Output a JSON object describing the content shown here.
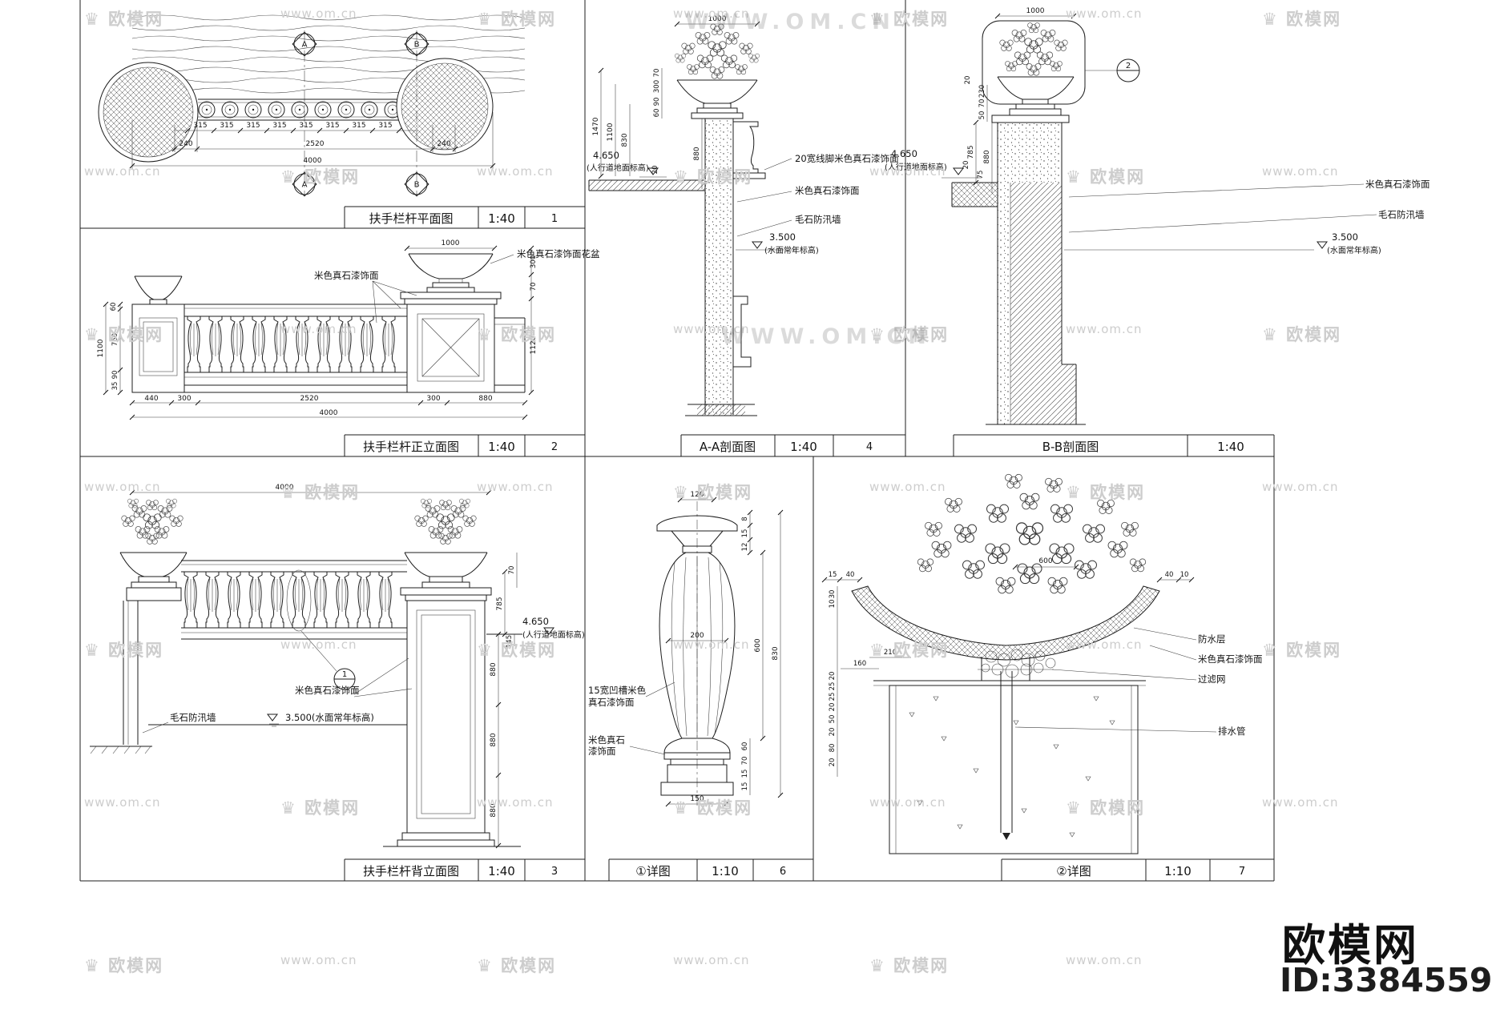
{
  "watermark": {
    "brand": "欧模网",
    "crown": "♛",
    "url": "www.om.cn",
    "big": "WWW.OM.CN"
  },
  "footer": {
    "brand": "欧模网",
    "id": "ID:3384559"
  },
  "panels": {
    "plan": {
      "title": "扶手栏杆平面图",
      "scale": "1:40",
      "num": "1",
      "marker_a": "A",
      "marker_b": "B",
      "d315": "315",
      "d240": "240",
      "d2520": "2520",
      "d4000": "4000"
    },
    "front": {
      "title": "扶手栏杆正立面图",
      "scale": "1:40",
      "num": "2",
      "d1000": "1000",
      "label_pot": "米色真石漆饰面花盆",
      "label_paint": "米色真石漆饰面",
      "d60": "60",
      "d760": "760",
      "d90": "90",
      "d35": "35",
      "d300": "300",
      "d1100": "1100",
      "d70": "70",
      "d1120": "1120",
      "d440": "440",
      "d2520": "2520",
      "d880": "880",
      "d4000": "4000"
    },
    "back": {
      "title": "扶手栏杆背立面图",
      "scale": "1:40",
      "num": "3",
      "d4000": "4000",
      "d70": "70",
      "d785": "785",
      "d145": "145",
      "d880": "880",
      "callout": "1",
      "label_paint": "米色真石漆饰面",
      "label_wall": "毛石防汛墙",
      "level_water": "3.500(水面常年标高)",
      "level_walk": "4.650",
      "level_walk_note": "(人行道地面标高)"
    },
    "aa": {
      "title": "A-A剖面图",
      "scale": "1:40",
      "num": "4",
      "d1000": "1000",
      "d70": "70",
      "d300": "300",
      "d90": "90",
      "d60": "60",
      "d1470": "1470",
      "d1100": "1100",
      "d830": "830",
      "d880": "880",
      "d20": "20",
      "level_walk": "4.650",
      "level_walk_note": "(人行道地面标高)",
      "level_water": "3.500",
      "level_water_note": "(水面常年标高)",
      "label_line": "20宽线脚米色真石漆饰面",
      "label_paint": "米色真石漆饰面",
      "label_wall": "毛石防汛墙"
    },
    "bb": {
      "title": "B-B剖面图",
      "scale": "1:40",
      "d1000": "1000",
      "d20": "20",
      "d230": "230",
      "d70": "70",
      "d50": "50",
      "d785": "785",
      "d75": "75",
      "d880": "880",
      "callout": "2",
      "level_walk": "4.650",
      "level_walk_note": "(人行道地面标高)",
      "level_water": "3.500",
      "level_water_note": "(水面常年标高)",
      "label_paint": "米色真石漆饰面",
      "label_wall": "毛石防汛墙"
    },
    "det1": {
      "title": "①详图",
      "scale": "1:10",
      "num": "6",
      "d120": "120",
      "d8": "8",
      "d15": "15",
      "d12": "12",
      "d200": "200",
      "d600": "600",
      "d830": "830",
      "d60": "60",
      "d70": "70",
      "d150": "150",
      "label_groove_1": "15宽凹槽米色",
      "label_groove_2": "真石漆饰面",
      "label_paint_1": "米色真石",
      "label_paint_2": "漆饰面"
    },
    "det2": {
      "title": "②详图",
      "scale": "1:10",
      "num": "7",
      "d600": "600",
      "d15": "15",
      "d40": "40",
      "d10": "10",
      "d30": "30",
      "d20": "20",
      "d25": "25",
      "d50": "50",
      "d80": "80",
      "d210": "210",
      "d160": "160",
      "label_waterproof": "防水层",
      "label_paint": "米色真石漆饰面",
      "label_filter": "过滤网",
      "label_drain": "排水管"
    }
  }
}
